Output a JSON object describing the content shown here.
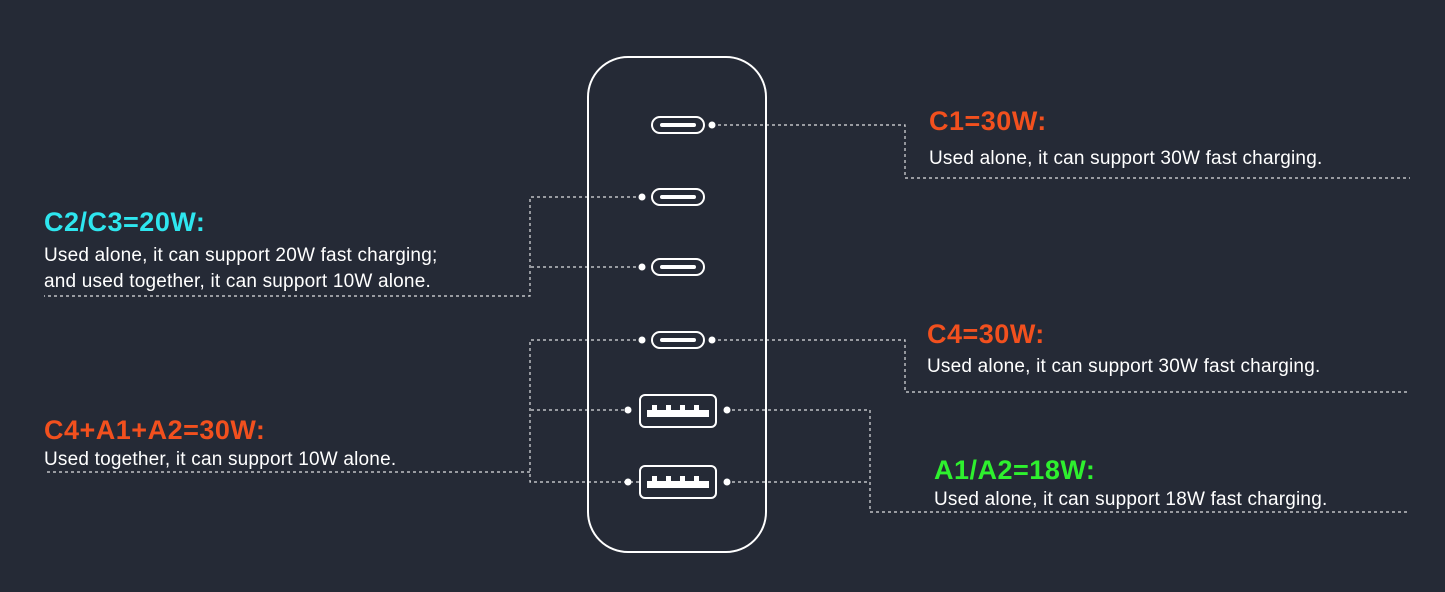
{
  "colors": {
    "background": "#252a36",
    "orange": "#f2501e",
    "cyan": "#2ee6ef",
    "green": "#2ef02e",
    "line": "#ffffff"
  },
  "ports": [
    {
      "id": "C1",
      "kind": "usb-c"
    },
    {
      "id": "C2",
      "kind": "usb-c"
    },
    {
      "id": "C3",
      "kind": "usb-c"
    },
    {
      "id": "C4",
      "kind": "usb-c"
    },
    {
      "id": "A1",
      "kind": "usb-a"
    },
    {
      "id": "A2",
      "kind": "usb-a"
    }
  ],
  "callouts": {
    "c1": {
      "title": "C1=30W:",
      "lines": [
        "Used alone, it can support 30W fast charging."
      ]
    },
    "c2c3": {
      "title": "C2/C3=20W:",
      "lines": [
        "Used alone, it can support 20W fast charging;",
        "and used together, it can support 10W alone."
      ]
    },
    "c4": {
      "title": "C4=30W:",
      "lines": [
        "Used alone, it can support 30W fast charging."
      ]
    },
    "c4a1a2": {
      "title": "C4+A1+A2=30W:",
      "lines": [
        "Used together, it can support 10W alone."
      ]
    },
    "a1a2": {
      "title": "A1/A2=18W:",
      "lines": [
        "Used alone, it can support 18W fast charging."
      ]
    }
  }
}
